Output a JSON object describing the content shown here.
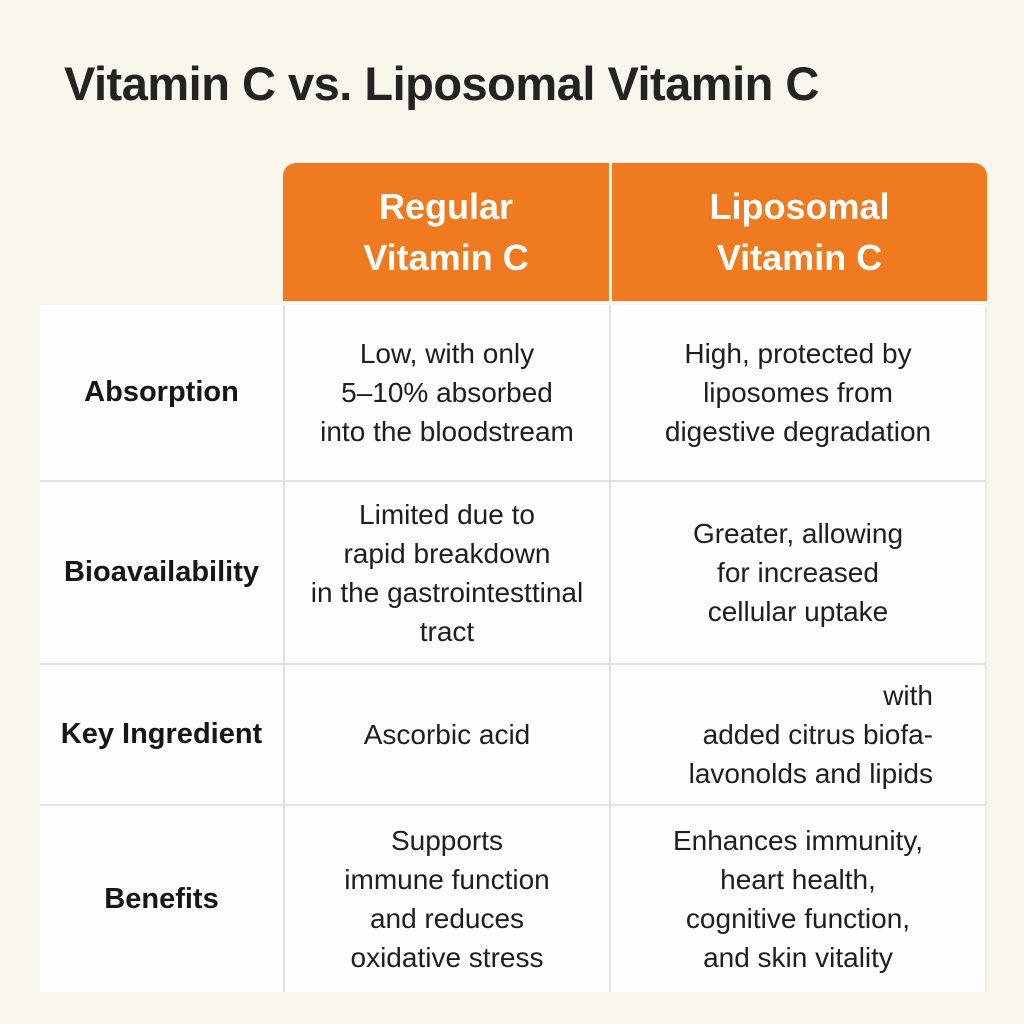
{
  "title": "Vitamin C vs. Liposomal Vitamin C",
  "colors": {
    "accent_orange": "#EF7A1F",
    "page_background": "#F9F6EC",
    "cell_background": "#FDFDFB",
    "header_text": "#FFFFFF",
    "body_text": "#1E1E1C",
    "divider": "#E1E1DD"
  },
  "chart_data": {
    "type": "table",
    "title": "Vitamin C vs. Liposomal Vitamin C",
    "column_headers": [
      "Regular\nVitamin C",
      "Liposomal\nVitamin C"
    ],
    "row_headers": [
      "Absorption",
      "Bioavailability",
      "Key Ingredient",
      "Benefits"
    ],
    "cells": [
      [
        "Low, with only\n5–10% absorbed\ninto the bloodstream",
        "High, protected by\nliposomes from\ndigestive degradation"
      ],
      [
        "Limited due to\nrapid breakdown\nin the gastrointesttinal\ntract",
        "Greater, allowing\nfor increased\ncellular uptake"
      ],
      [
        "Ascorbic acid",
        "with\nadded citrus biofa-\nlavonolds and lipids"
      ],
      [
        "Supports\nimmune function\nand reduces\noxidative stress",
        "Enhances immunity,\nheart health,\ncognitive function,\nand skin vitality"
      ]
    ]
  }
}
